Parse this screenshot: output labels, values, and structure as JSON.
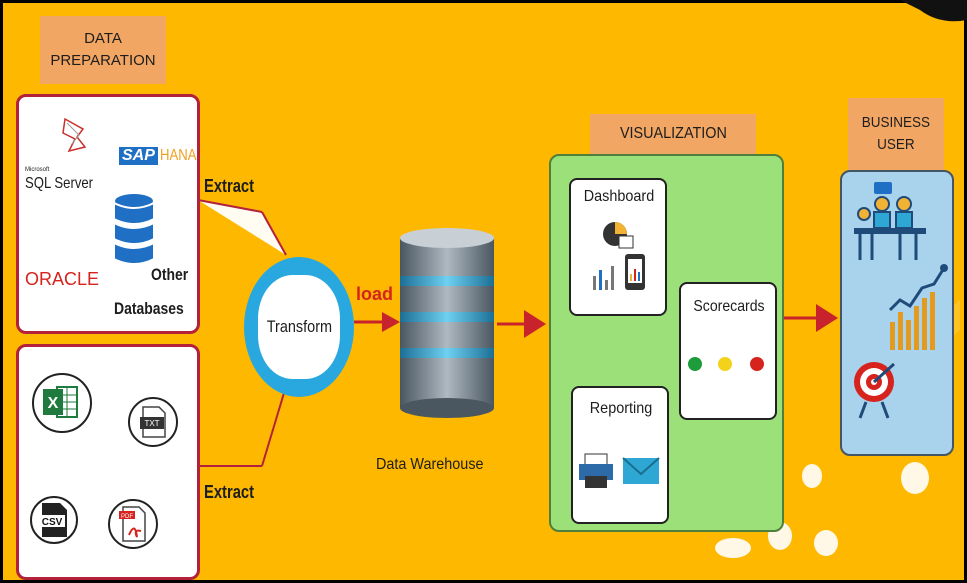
{
  "sections": {
    "data_preparation": "DATA\nPREPARATION",
    "visualization": "VISUALIZATION",
    "business_user": "BUSINESS\nUSER"
  },
  "sources": {
    "sql_server_small": "Microsoft",
    "sql_server": "SQL Server",
    "sap": "SAP",
    "hana": "HANA",
    "oracle": "ORACLE",
    "other_databases_1": "Other",
    "other_databases_2": "Databases",
    "txt": "TXT",
    "csv": "CSV",
    "pdf": "PDF"
  },
  "flow": {
    "extract_top": "Extract",
    "extract_bottom": "Extract",
    "transform": "Transform",
    "load": "load",
    "data_warehouse": "Data Warehouse"
  },
  "visual": {
    "dashboard": "Dashboard",
    "reporting": "Reporting",
    "scorecards": "Scorecards"
  },
  "colors": {
    "background": "#ffb800",
    "tag": "#f2a664",
    "source_border": "#b3213b",
    "visualization_panel": "#9ce07a",
    "business_panel": "#a9d3ec",
    "arrow": "#c8232c",
    "transform_ring": "#29a8e0"
  },
  "icons": [
    "sql-server-icon",
    "sap-hana-logo",
    "database-stack-icon",
    "oracle-logo",
    "excel-icon",
    "txt-file-icon",
    "csv-file-icon",
    "pdf-file-icon",
    "data-warehouse-icon",
    "pie-chart-icon",
    "tablet-chart-icon",
    "bar-chart-icon",
    "printer-icon",
    "mail-icon",
    "meeting-icon",
    "growth-chart-icon",
    "target-icon"
  ]
}
